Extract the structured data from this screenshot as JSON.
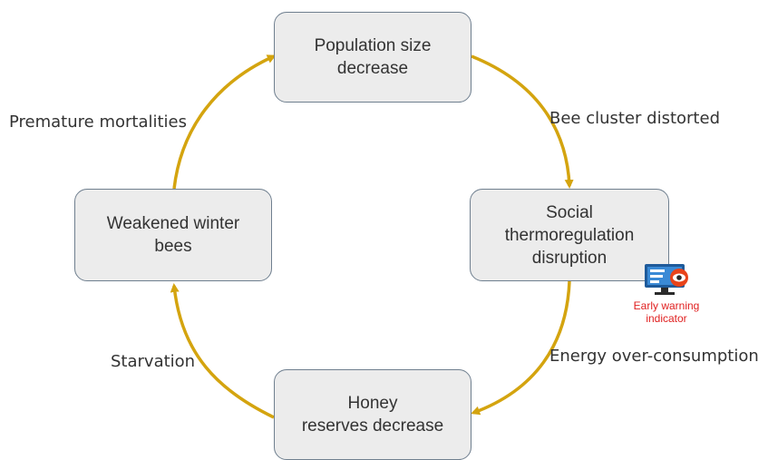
{
  "nodes": {
    "population": {
      "line1": "Population size",
      "line2": "decrease"
    },
    "thermoregulation": {
      "line1": "Social",
      "line2": "thermoregulation",
      "line3": "disruption"
    },
    "honey": {
      "line1": "Honey",
      "line2": "reserves decrease"
    },
    "weakened": {
      "line1": "Weakened winter",
      "line2": "bees"
    }
  },
  "edge_labels": {
    "bee_cluster": "Bee cluster distorted",
    "energy": "Energy over-consumption",
    "starvation": "Starvation",
    "premature": "Premature mortalities"
  },
  "warning": {
    "line1": "Early warning",
    "line2": "indicator",
    "icon": "monitor-eye-icon"
  },
  "colors": {
    "arrow": "#d4a40f",
    "box_fill": "#ececec",
    "box_border": "#6f7f8f",
    "warning_text": "#e02020"
  }
}
